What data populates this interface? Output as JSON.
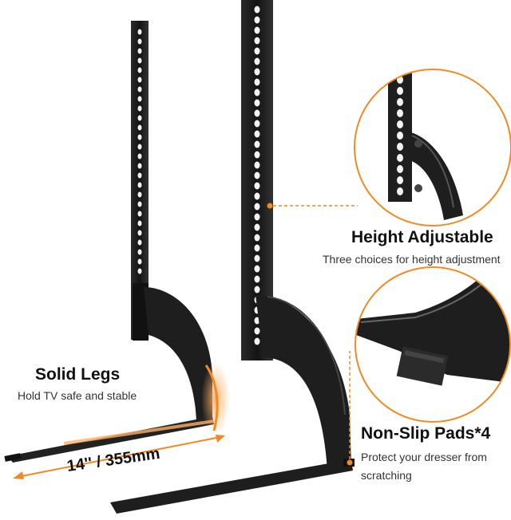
{
  "callouts": {
    "solid_legs": {
      "title": "Solid Legs",
      "subtitle": "Hold TV safe and stable"
    },
    "height_adjustable": {
      "title": "Height Adjustable",
      "subtitle": "Three choices for height adjustment"
    },
    "non_slip_pads": {
      "title": "Non-Slip Pads*4",
      "subtitle_line1": "Protect your dresser from",
      "subtitle_line2": "scratching"
    }
  },
  "dimension": {
    "label": "14'' / 355mm"
  },
  "colors": {
    "accent": "#f08a24",
    "metal": "#1e1e1e",
    "highlight": "#ffb066",
    "text": "#111111"
  }
}
